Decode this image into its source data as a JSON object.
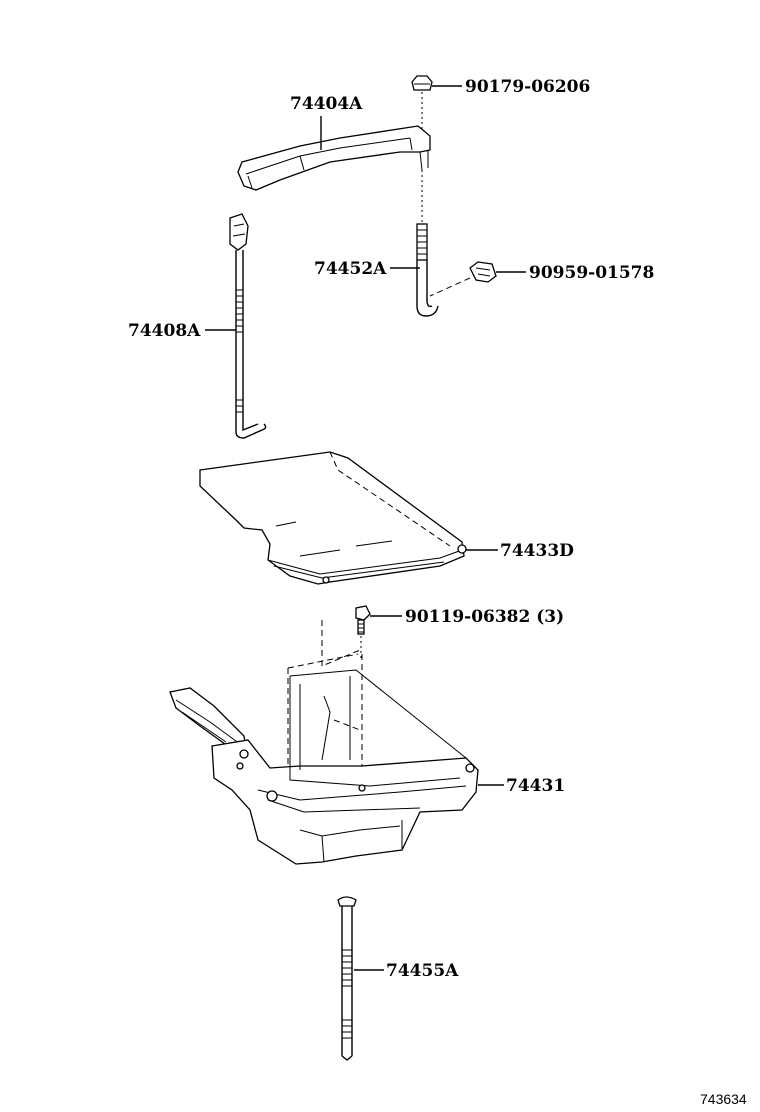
{
  "parts": {
    "hold_down_clamp": "74404A",
    "nut_top": "90179-06206",
    "bolt_right": "74452A",
    "clamp_clip": "90959-01578",
    "bolt_left": "74408A",
    "insulator": "74433D",
    "tray_bolts": "90119-06382 (3)",
    "battery_tray": "74431",
    "long_bolt": "74455A"
  },
  "diagram_id": "743634"
}
